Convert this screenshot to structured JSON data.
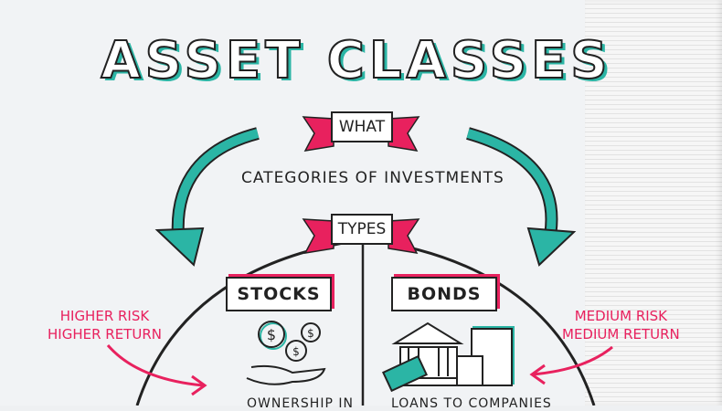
{
  "title": "ASSET CLASSES",
  "what_banner": "WHAT",
  "what_text": "CATEGORIES OF INVESTMENTS",
  "types_banner": "TYPES",
  "stocks": {
    "label": "STOCKS",
    "description": "OWNERSHIP IN",
    "note_line1": "HIGHER RISK",
    "note_line2": "HIGHER RETURN"
  },
  "bonds": {
    "label": "BONDS",
    "description": "LOANS TO COMPANIES",
    "note_line1": "MEDIUM RISK",
    "note_line2": "MEDIUM RETURN"
  },
  "colors": {
    "accent_teal": "#2bb5a5",
    "accent_pink": "#e8215e",
    "ink": "#222222"
  }
}
